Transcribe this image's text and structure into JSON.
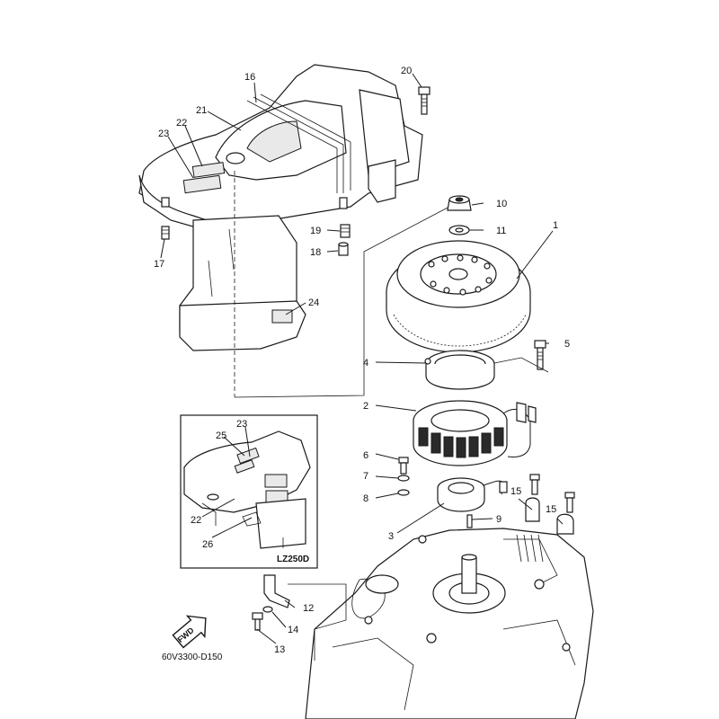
{
  "diagram": {
    "footer_code": "60V3300-D150",
    "fwd_label": "FWD",
    "inset_model": "LZ250D",
    "callouts": [
      "1",
      "2",
      "3",
      "4",
      "5",
      "6",
      "7",
      "8",
      "9",
      "10",
      "11",
      "12",
      "13",
      "14",
      "15",
      "16",
      "17",
      "18",
      "19",
      "20",
      "21",
      "22",
      "23",
      "24",
      "25",
      "26"
    ]
  }
}
